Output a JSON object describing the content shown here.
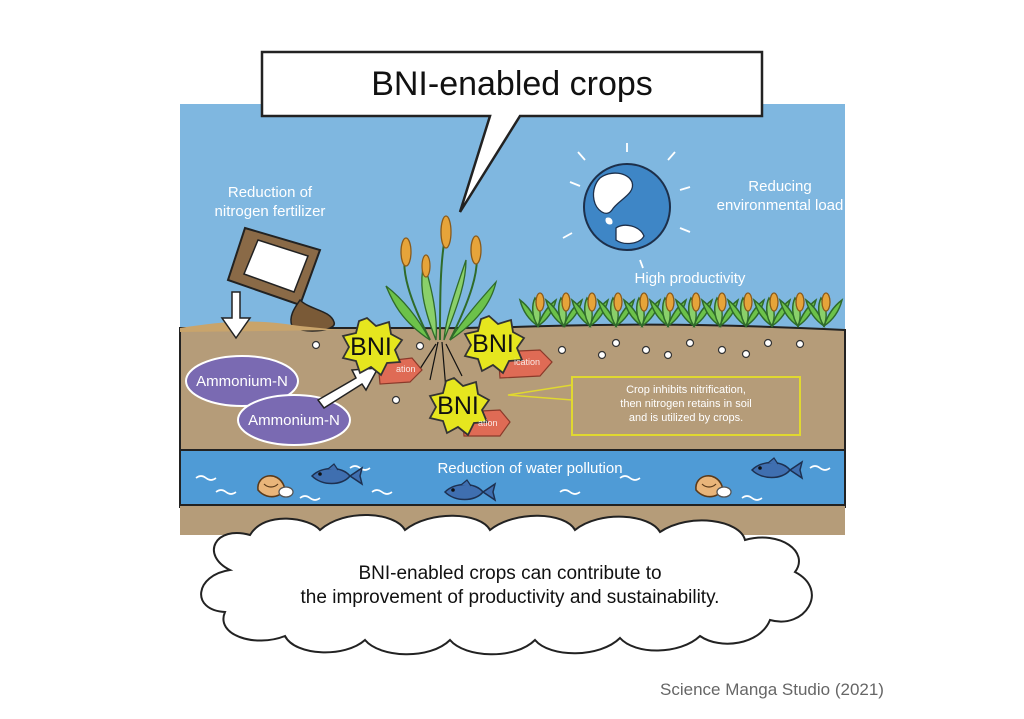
{
  "title": "BNI-enabled crops",
  "labels": {
    "fertilizer": [
      "Reduction of",
      "nitrogen fertilizer"
    ],
    "environment": [
      "Reducing",
      "environmental load"
    ],
    "productivity": "High productivity",
    "water": "Reduction of water pollution"
  },
  "ammonium": [
    "Ammonium-N",
    "Ammonium-N"
  ],
  "bni": [
    "BNI",
    "BNI",
    "BNI"
  ],
  "nitrification": [
    "ation",
    "ication",
    "ation"
  ],
  "note": [
    "Crop inhibits nitrification,",
    "then nitrogen retains in soil",
    "and is utilized by crops."
  ],
  "conclusion": [
    "BNI-enabled crops can contribute to",
    "the improvement of productivity and sustainability."
  ],
  "credit": "Science Manga Studio (2021)",
  "colors": {
    "sky": "#7fb7e0",
    "soil": "#b59c79",
    "water": "#4f9bd6",
    "ammonium": "#7a6ab2",
    "bni": "#e6e61e",
    "nitrification": "#df6b55",
    "note_border": "#e0d830",
    "crop": "#6cc24a",
    "grain": "#e6a43a"
  },
  "icons": [
    "globe-icon",
    "fertilizer-bag-icon",
    "fish-icon",
    "shell-icon",
    "crop-icon",
    "wheat-plant-icon",
    "arrow-icon"
  ]
}
